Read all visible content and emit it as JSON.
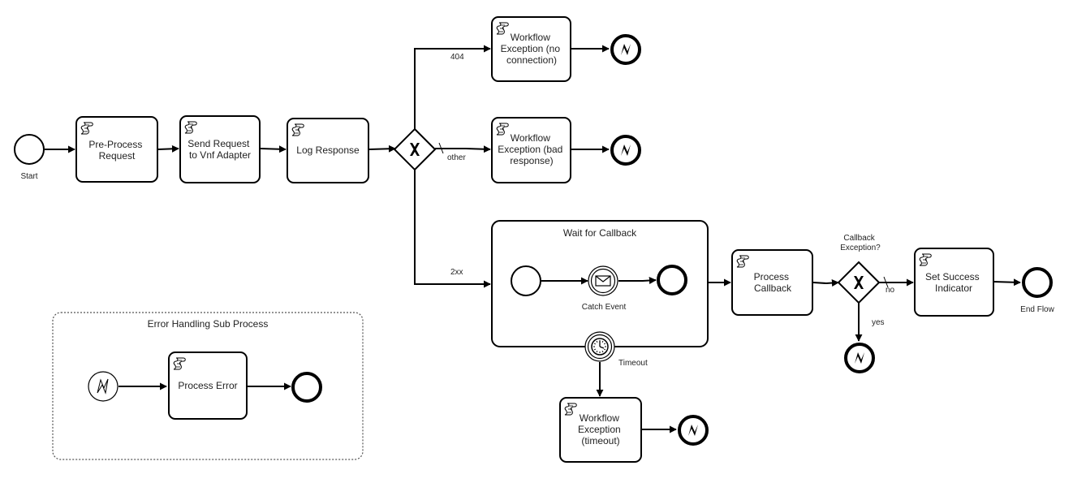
{
  "events": {
    "start": "Start",
    "end_flow": "End Flow",
    "catch_event": "Catch Event"
  },
  "tasks": {
    "pre_process": [
      "Pre-Process",
      "Request"
    ],
    "send_request": [
      "Send Request",
      "to Vnf Adapter"
    ],
    "log_response": [
      "Log Response"
    ],
    "wf_exc_no_connection": [
      "Workflow",
      "Exception (no",
      "connection)"
    ],
    "wf_exc_bad_response": [
      "Workflow",
      "Exception (bad",
      "response)"
    ],
    "wf_exc_timeout": [
      "Workflow",
      "Exception",
      "(timeout)"
    ],
    "process_callback": [
      "Process",
      "Callback"
    ],
    "set_success": [
      "Set Success",
      "Indicator"
    ],
    "process_error": [
      "Process Error"
    ]
  },
  "flows": {
    "status_404": "404",
    "other": "other",
    "status_2xx": "2xx",
    "timeout": "Timeout",
    "no": "no",
    "yes": "yes"
  },
  "gateways": {
    "callback_exception": [
      "Callback",
      "Exception?"
    ]
  },
  "subprocesses": {
    "wait_for_callback": "Wait for Callback",
    "error_handling": "Error Handling Sub Process"
  },
  "icons": {
    "script": "script-task-icon",
    "error": "error-end-event-icon",
    "message": "message-catch-icon",
    "timer": "timer-boundary-icon",
    "gateway": "exclusive-gateway-icon"
  },
  "colors": {
    "stroke": "#000000",
    "background": "#ffffff",
    "text": "#222222"
  }
}
